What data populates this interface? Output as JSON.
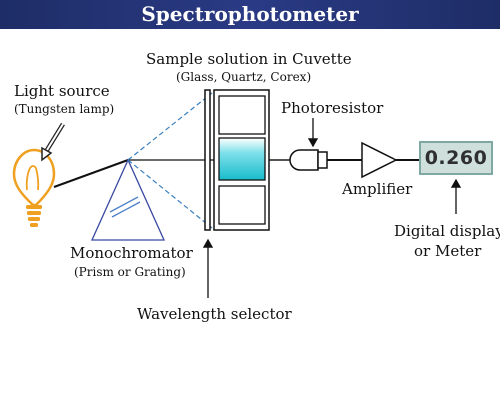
{
  "title": "Spectrophotometer",
  "labels": {
    "light_source": "Light source",
    "light_source_sub": "(Tungsten lamp)",
    "sample": "Sample solution in Cuvette",
    "sample_sub": "(Glass, Quartz, Corex)",
    "photoresistor": "Photoresistor",
    "amplifier": "Amplifier",
    "digital_display": "Digital display",
    "digital_display_sub": "or Meter",
    "monochromator": "Monochromator",
    "monochromator_sub": "(Prism or Grating)",
    "wavelength_selector": "Wavelength selector"
  },
  "meter": {
    "value": "0.260"
  },
  "colors": {
    "title_bar": "#1e2d66",
    "bulb": "#f0a020",
    "dashed_beam": "#3a7fc0",
    "prism": "#3a4aa0",
    "solution": "#22c3d3",
    "display_bg": "#cfe0dc",
    "display_border": "#7fa8a2"
  }
}
